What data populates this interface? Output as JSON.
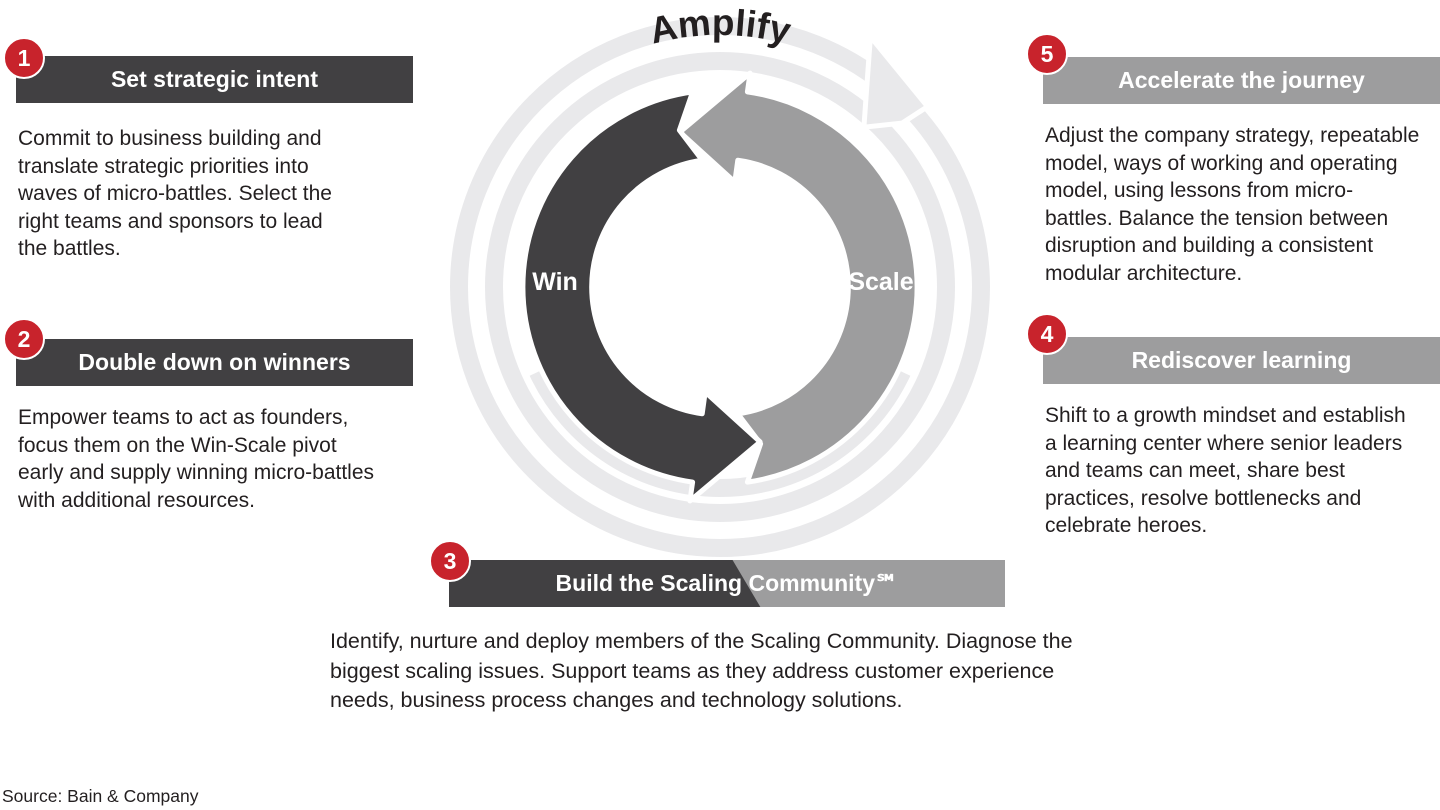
{
  "cycle": {
    "amplify_label": "Amplify",
    "win_label": "Win",
    "scale_label": "Scale"
  },
  "panels": [
    {
      "number": "1",
      "title": "Set strategic intent",
      "style": "dark",
      "body": [
        "Commit to business building and",
        "translate strategic priorities into",
        "waves of micro-battles. Select the",
        "right teams and sponsors to lead",
        "the battles."
      ]
    },
    {
      "number": "2",
      "title": "Double down on winners",
      "style": "dark",
      "body": [
        "Empower teams to act as founders,",
        "focus them on the Win-Scale pivot",
        "early and supply winning micro-battles",
        "with additional resources."
      ]
    },
    {
      "number": "3",
      "title": "Build the Scaling Community℠",
      "style": "split",
      "body": [
        "Identify, nurture and deploy members of the Scaling Community. Diagnose the",
        "biggest scaling issues. Support teams as they address customer experience",
        "needs, business process changes and technology solutions."
      ]
    },
    {
      "number": "4",
      "title": "Rediscover learning",
      "style": "gray",
      "body": [
        "Shift to a growth mindset and establish",
        "a learning center where senior leaders",
        "and teams can meet, share best",
        "practices, resolve bottlenecks and",
        "celebrate heroes."
      ]
    },
    {
      "number": "5",
      "title": "Accelerate the journey",
      "style": "gray",
      "body": [
        "Adjust the company strategy, repeatable",
        "model, ways of working and operating",
        "model, using lessons from micro-",
        "battles. Balance the tension between",
        "disruption and building a consistent",
        "modular architecture."
      ]
    }
  ],
  "source": "Source: Bain & Company",
  "colors": {
    "dark": "#414042",
    "gray": "#9d9d9e",
    "light_ring": "#e9e9eb",
    "badge_red": "#c8232c",
    "text": "#231f20"
  }
}
